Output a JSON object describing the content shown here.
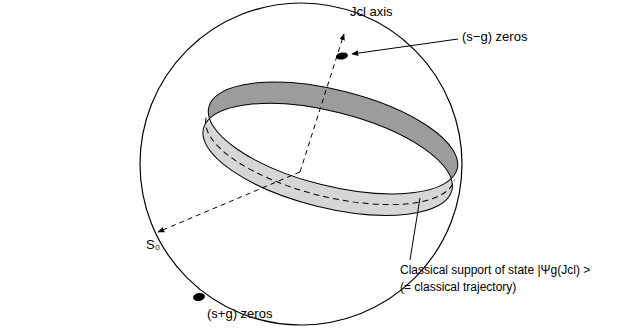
{
  "diagram": {
    "labels": [
      "Jcl axis",
      "(s−g) zeros",
      "S₀",
      "(s+g) zeros",
      "Classical support of state |Ψg(Jcl) >",
      "(= classical trajectory)"
    ]
  }
}
